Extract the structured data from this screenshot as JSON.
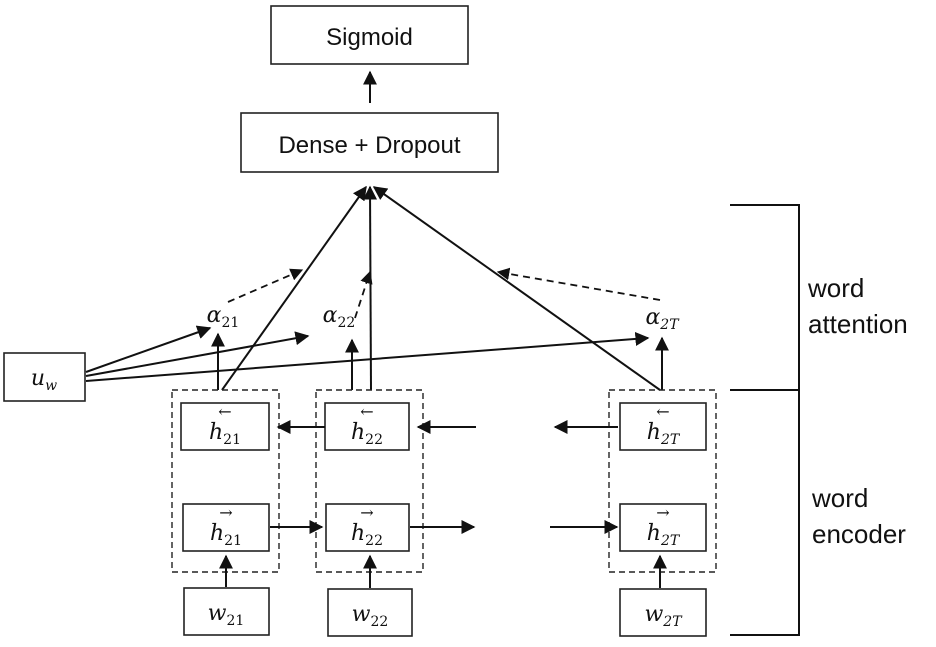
{
  "top_layers": {
    "sigmoid_label": "Sigmoid",
    "dense_label": "Dense + Dropout"
  },
  "context_vector": {
    "symbol": "u",
    "subscript": "w"
  },
  "attention_weights": [
    {
      "symbol": "α",
      "subscript": "21"
    },
    {
      "symbol": "α",
      "subscript": "22"
    },
    {
      "symbol": "α",
      "subscript": "2T"
    }
  ],
  "hidden_states": {
    "backward": [
      {
        "symbol": "h",
        "subscript": "21",
        "arrow": "←"
      },
      {
        "symbol": "h",
        "subscript": "22",
        "arrow": "←"
      },
      {
        "symbol": "h",
        "subscript": "2T",
        "arrow": "←"
      }
    ],
    "forward": [
      {
        "symbol": "h",
        "subscript": "21",
        "arrow": "→"
      },
      {
        "symbol": "h",
        "subscript": "22",
        "arrow": "→"
      },
      {
        "symbol": "h",
        "subscript": "2T",
        "arrow": "→"
      }
    ]
  },
  "inputs": [
    {
      "symbol": "w",
      "subscript": "21"
    },
    {
      "symbol": "w",
      "subscript": "22"
    },
    {
      "symbol": "w",
      "subscript": "2T"
    }
  ],
  "brackets": {
    "attention": {
      "line1": "word",
      "line2": "attention"
    },
    "encoder": {
      "line1": "word",
      "line2": "encoder"
    }
  }
}
